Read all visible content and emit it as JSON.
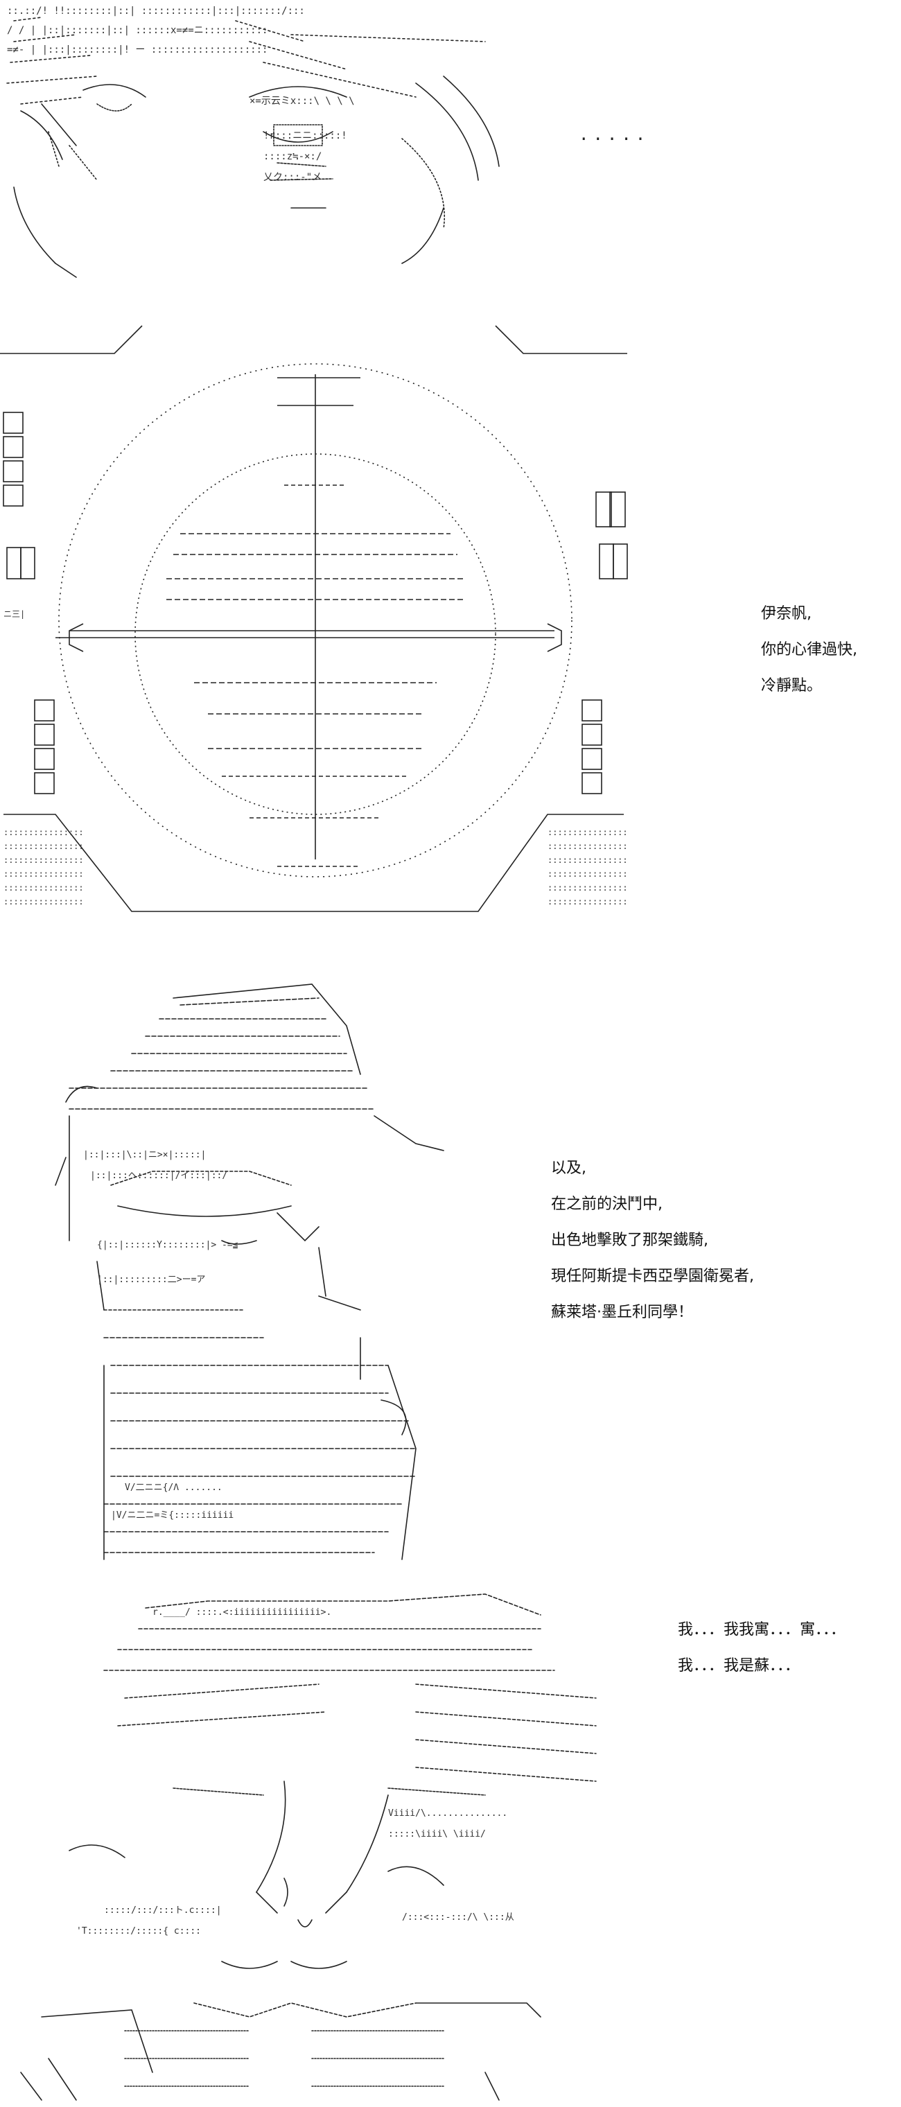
{
  "panels": [
    {
      "id": "panel-1",
      "art": "face-closeup",
      "dialogue": [
        "....."
      ]
    },
    {
      "id": "panel-2",
      "art": "targeting-reticle",
      "dialogue": [
        "伊奈帆,",
        "你的心律過快,",
        "冷靜點。"
      ]
    },
    {
      "id": "panel-3",
      "art": "character-with-hat",
      "dialogue": [
        "以及,",
        "在之前的決鬥中,",
        "出色地擊敗了那架鐵騎,",
        "現任阿斯提卡西亞學園衛冕者,",
        "蘇莱塔·墨丘利同學！"
      ]
    },
    {
      "id": "panel-4",
      "art": "startled-character",
      "dialogue": [
        "我．．．我我寓．．．寓．．．",
        "我．．．我是蘇．．．"
      ]
    }
  ],
  "colors": {
    "ink": "#111111",
    "background": "#ffffff"
  }
}
